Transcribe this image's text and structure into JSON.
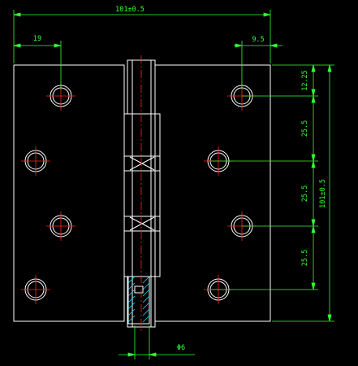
{
  "drawing": {
    "dimensions": {
      "overall_width": "101±0.5",
      "left_hole_offset": "19",
      "right_hole_offset": "9.5",
      "overall_height": "101±0.5",
      "top_offset": "12.25",
      "pitch_1": "25.5",
      "pitch_2": "25.5",
      "pitch_3": "25.5",
      "pin_diameter": "Φ6"
    },
    "colors": {
      "background": "#000000",
      "outline": "#ffffff",
      "dimension": "#33ff33",
      "centerline": "#ff2222",
      "hatch": "#00e5ff"
    }
  }
}
